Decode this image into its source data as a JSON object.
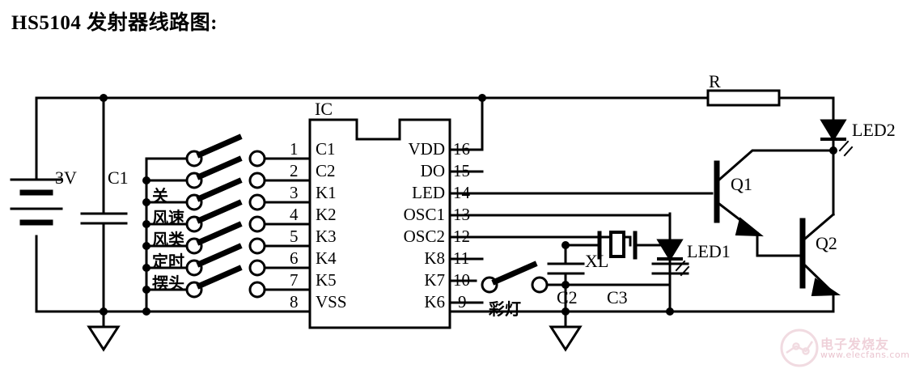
{
  "title": "HS5104 发射器线路图:",
  "diagram": {
    "ic": {
      "designator": "IC",
      "left_pins": [
        {
          "num": "1",
          "name": "C1"
        },
        {
          "num": "2",
          "name": "C2"
        },
        {
          "num": "3",
          "name": "K1"
        },
        {
          "num": "4",
          "name": "K2"
        },
        {
          "num": "5",
          "name": "K3"
        },
        {
          "num": "6",
          "name": "K4"
        },
        {
          "num": "7",
          "name": "K5"
        },
        {
          "num": "8",
          "name": "VSS"
        }
      ],
      "right_pins": [
        {
          "num": "16",
          "name": "VDD"
        },
        {
          "num": "15",
          "name": "DO"
        },
        {
          "num": "14",
          "name": "LED"
        },
        {
          "num": "13",
          "name": "OSC1"
        },
        {
          "num": "12",
          "name": "OSC2"
        },
        {
          "num": "11",
          "name": "K8"
        },
        {
          "num": "10",
          "name": "K7"
        },
        {
          "num": "9",
          "name": "K6"
        }
      ]
    },
    "power": {
      "battery_label": "3V",
      "cap_label": "C1"
    },
    "switch_labels": [
      {
        "text": "关"
      },
      {
        "text": "风速"
      },
      {
        "text": "风类"
      },
      {
        "text": "定时"
      },
      {
        "text": "摆头"
      }
    ],
    "colorlight_switch_label": "彩灯",
    "crystal_label": "XL",
    "crystal_caps": [
      {
        "label": "C2"
      },
      {
        "label": "C3"
      }
    ],
    "resistor_label": "R",
    "leds": [
      {
        "label": "LED1"
      },
      {
        "label": "LED2"
      }
    ],
    "transistors": [
      {
        "label": "Q1"
      },
      {
        "label": "Q2"
      }
    ]
  },
  "watermark": {
    "cjk": "电子发烧友",
    "url": "www.elecfans.com"
  },
  "colors": {
    "line": "#000000",
    "background": "#ffffff",
    "watermark": "#e7c2cd"
  }
}
